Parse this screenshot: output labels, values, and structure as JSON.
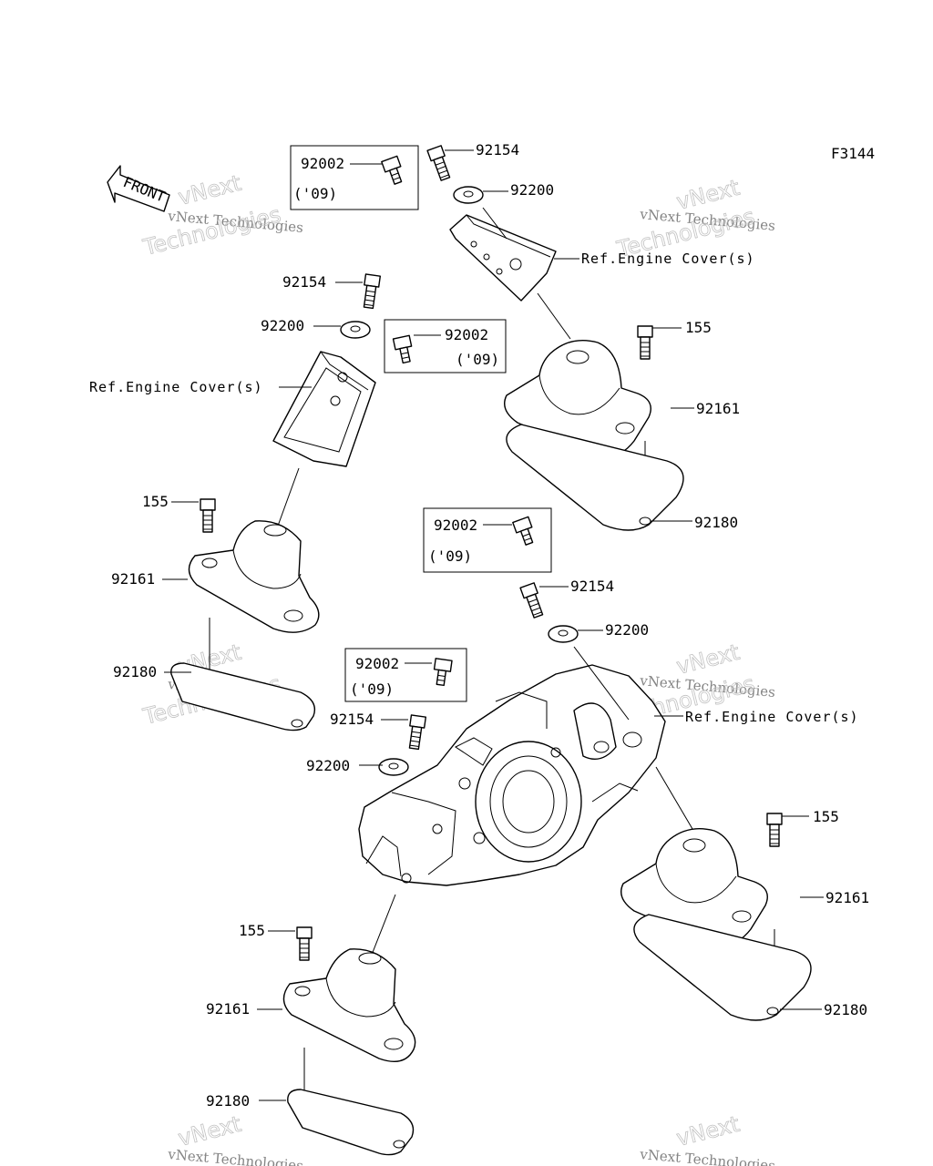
{
  "figure_code": "F3144",
  "front_label": "FRONT",
  "watermark": {
    "line1": "vNext Technologies",
    "line2": "vNext",
    "line3": "Technologies"
  },
  "parts": {
    "bolt_flanged": "92154",
    "bolt_09": "92002",
    "bolt_09_note": "('09)",
    "washer": "92200",
    "bolt_155": "155",
    "mount": "92161",
    "pad": "92180",
    "ref_engine_cover": "Ref.Engine Cover(s)"
  }
}
